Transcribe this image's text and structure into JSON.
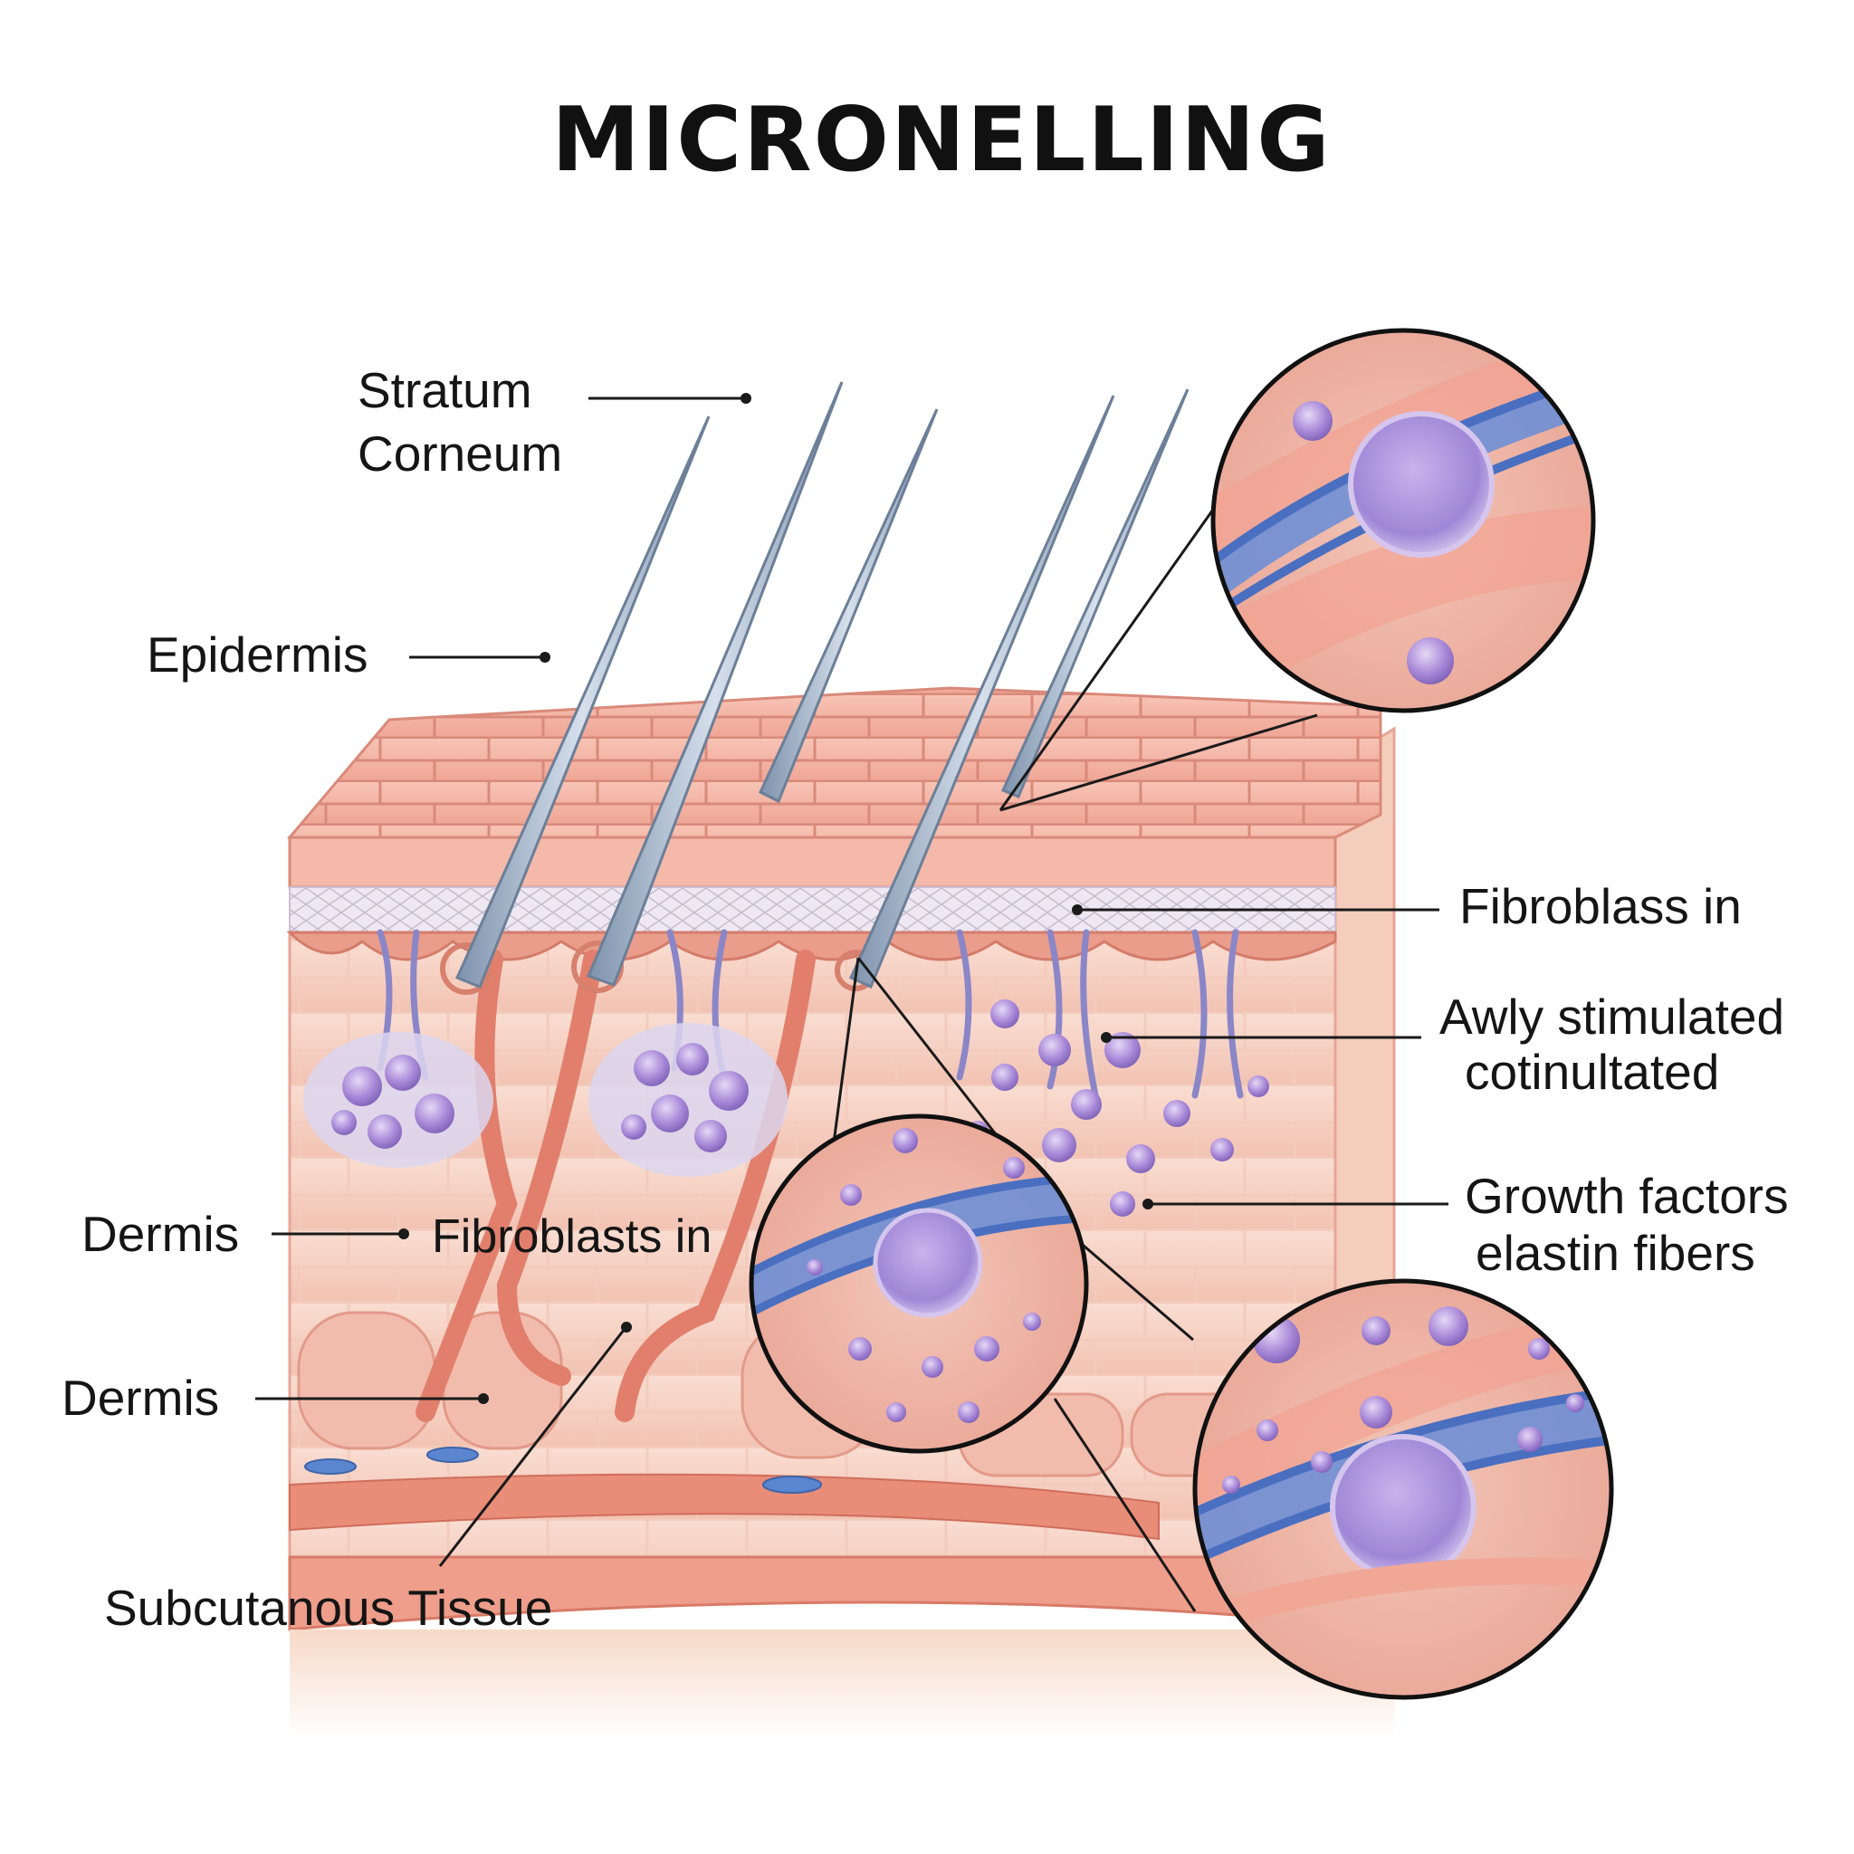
{
  "title": "MICRONELLING",
  "labels": {
    "stratum_corneum": [
      "Stratum",
      "Corneum"
    ],
    "epidermis": "Epidermis",
    "dermis_upper": "Dermis",
    "fibroblasts_in": "Fibroblasts in",
    "dermis_lower": "Dermis",
    "subcutaneous": "Subcutanous Tissue",
    "fibroblass_in": "Fibroblass in",
    "awly_stimulated": [
      "Awly stimulated",
      "cotinultated"
    ],
    "growth_factors": [
      "Growth factors",
      "elastin fibers"
    ]
  },
  "colors": {
    "skin_top": "#f4b7a8",
    "skin_side": "#f0c0b0",
    "membrane": "#ece4ef",
    "dermis": "#f6d2c4",
    "vessel": "#e88a7a",
    "fibroblast": "#a98bd6",
    "collagen": "#6f8fd6",
    "needle": "#9fb0c6"
  }
}
